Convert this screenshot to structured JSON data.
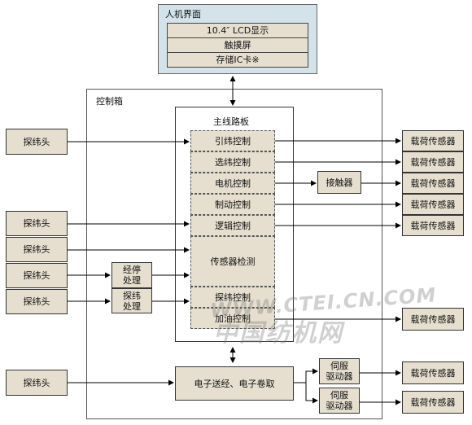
{
  "hmi": {
    "title": "人机界面",
    "items": [
      "10.4″ LCD显示",
      "触摸屏",
      "存储IC卡※"
    ]
  },
  "control_box": {
    "title": "控制箱"
  },
  "mainboard": {
    "title": "主线路板",
    "modules": [
      "引纬控制",
      "选纬控制",
      "电机控制",
      "制动控制",
      "逻辑控制",
      "传感器检测",
      "探纬控制",
      "加油控制"
    ]
  },
  "probe_label": "探纬头",
  "warp_stop": "经停\n处理",
  "weft_probe": "探纬\n处理",
  "contactor": "接触器",
  "load_sensor": "载荷传感器",
  "takeup": "电子送经、电子卷取",
  "servo": "伺服\n驱动器",
  "watermark": {
    "latin": "WWW.CTEI.CN.COM",
    "cn": "中国纺机网"
  },
  "colors": {
    "hmi_bg": "#d4e3ea",
    "module_bg": "#e6dfcf",
    "line": "#000000"
  }
}
